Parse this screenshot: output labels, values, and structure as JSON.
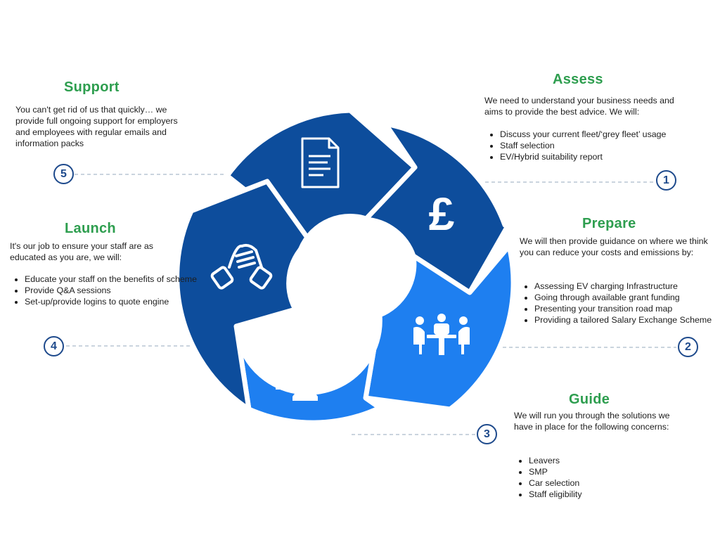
{
  "colors": {
    "dark_blue": "#0d4d9c",
    "light_blue": "#1e7ff0",
    "heading_green": "#2e9e4f",
    "number_blue": "#1e4a8c",
    "dash": "#b8c6d4"
  },
  "steps": [
    {
      "number": "1",
      "title": "Assess",
      "intro": "We need to understand your business needs and aims to provide the best advice. We will:",
      "bullets": [
        "Discuss your current fleet/‘grey fleet’ usage",
        "Staff selection",
        "EV/Hybrid suitability report"
      ],
      "icon": "pound-sign-icon"
    },
    {
      "number": "2",
      "title": "Prepare",
      "intro": "We will then provide guidance on where we think you can reduce your costs and emissions by:",
      "bullets": [
        "Assessing EV charging Infrastructure",
        "Going through available grant funding",
        "Presenting your transition road map",
        "Providing a tailored Salary Exchange Scheme"
      ],
      "icon": "meeting-table-icon"
    },
    {
      "number": "3",
      "title": "Guide",
      "intro": "We will run you through the solutions we have in place for the following concerns:",
      "bullets": [
        "Leavers",
        "SMP",
        "Car selection",
        "Staff eligibility"
      ],
      "icon": "group-of-people-icon"
    },
    {
      "number": "4",
      "title": "Launch",
      "intro": "It's our job to ensure your staff are as educated as you are, we will:",
      "bullets": [
        "Educate your staff on the benefits of scheme",
        "Provide Q&A sessions",
        "Set-up/provide logins to quote engine"
      ],
      "icon": "handshake-icon"
    },
    {
      "number": "5",
      "title": "Support",
      "intro": "You can't get rid of us that quickly… we provide full ongoing support for employers and employees with regular emails and information packs",
      "bullets": [],
      "icon": "document-icon"
    }
  ]
}
